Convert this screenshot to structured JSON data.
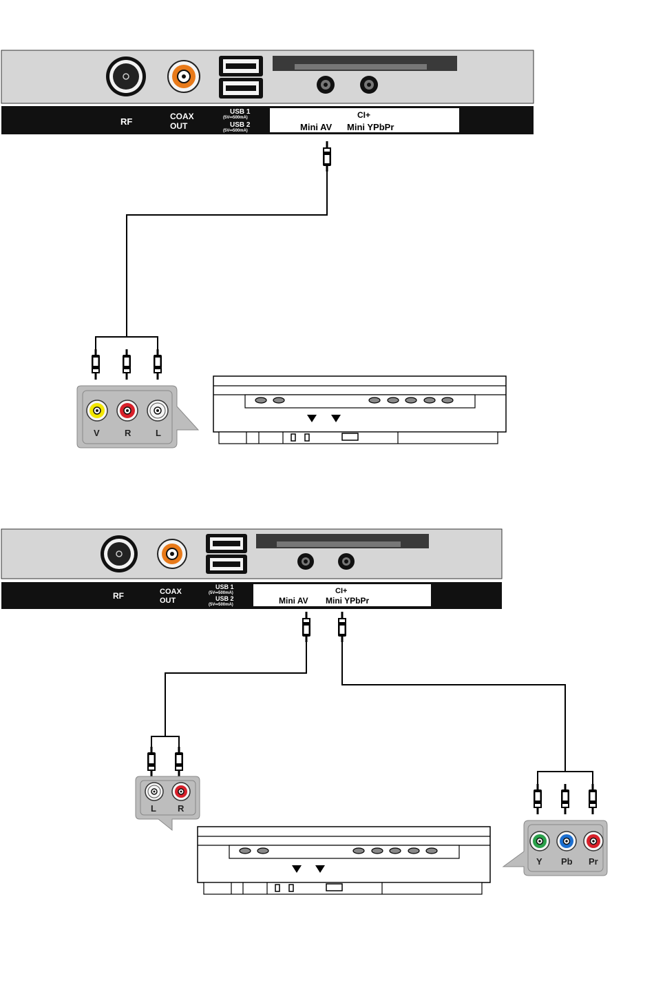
{
  "diagram1": {
    "panel": {
      "rf": "RF",
      "coax_1": "COAX",
      "coax_2": "OUT",
      "usb1": "USB 1",
      "usb1_spec": "(5V⎓500mA)",
      "usb2": "USB 2",
      "usb2_spec": "(5V⎓500mA)",
      "ci": "CI+",
      "mini_av": "Mini AV",
      "mini_ypbpr": "Mini YPbPr"
    },
    "jacks": {
      "v": "V",
      "r": "R",
      "l": "L"
    }
  },
  "diagram2": {
    "panel": {
      "rf": "RF",
      "coax_1": "COAX",
      "coax_2": "OUT",
      "usb1": "USB 1",
      "usb1_spec": "(5V⎓500mA)",
      "usb2": "USB 2",
      "usb2_spec": "(5V⎓500mA)",
      "ci": "CI+",
      "mini_av": "Mini AV",
      "mini_ypbpr": "Mini YPbPr"
    },
    "audio_jacks": {
      "l": "L",
      "r": "R"
    },
    "component_jacks": {
      "y": "Y",
      "pb": "Pb",
      "pr": "Pr"
    }
  },
  "colors": {
    "panel_grey": "#d6d6d6",
    "label_bar": "#111111",
    "coax_orange": "#e87a1a",
    "video_yellow": "#f2e600",
    "audio_red": "#d8202a",
    "audio_white": "#f4f4f4",
    "y_green": "#2aa04a",
    "pb_blue": "#1c6fd0",
    "pr_red": "#d8202a"
  }
}
